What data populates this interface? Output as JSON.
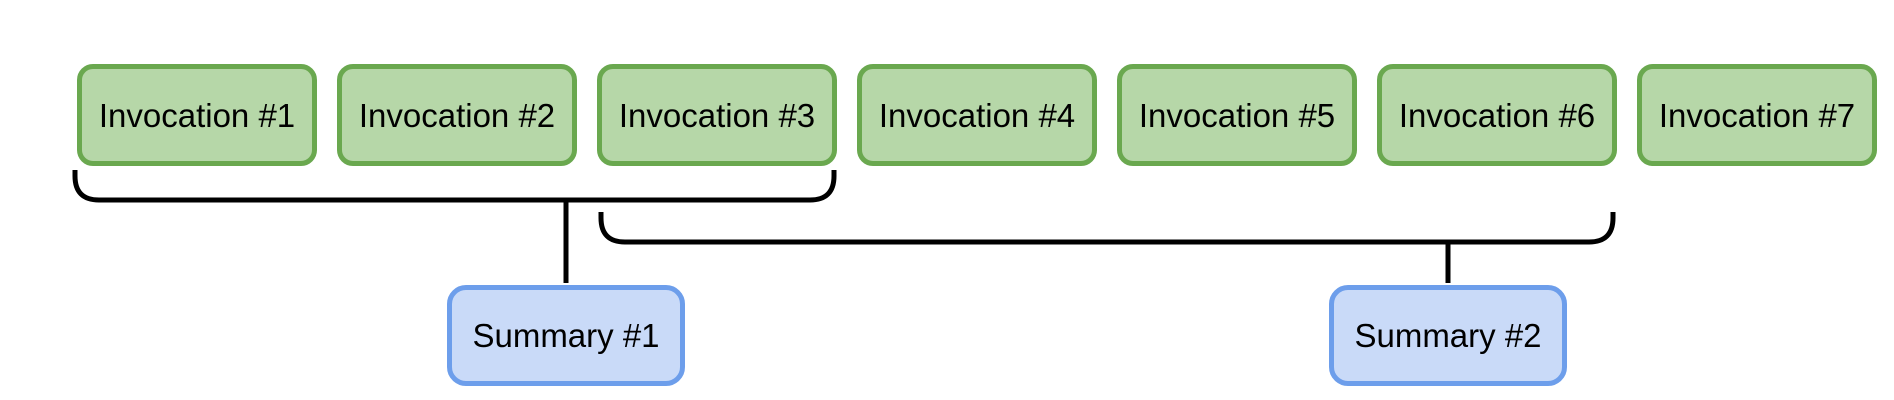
{
  "diagram": {
    "invocations": [
      {
        "label": "Invocation #1"
      },
      {
        "label": "Invocation #2"
      },
      {
        "label": "Invocation #3"
      },
      {
        "label": "Invocation #4"
      },
      {
        "label": "Invocation #5"
      },
      {
        "label": "Invocation #6"
      },
      {
        "label": "Invocation #7"
      }
    ],
    "summaries": [
      {
        "label": "Summary #1"
      },
      {
        "label": "Summary #2"
      }
    ],
    "groups": [
      {
        "summary": "Summary #1",
        "covers": [
          "Invocation #1",
          "Invocation #2",
          "Invocation #3"
        ]
      },
      {
        "summary": "Summary #2",
        "covers": [
          "Invocation #3",
          "Invocation #4",
          "Invocation #5",
          "Invocation #6"
        ]
      }
    ]
  },
  "colors": {
    "invocation_fill": "#b6d7a8",
    "invocation_border": "#6aa84f",
    "summary_fill": "#c9daf8",
    "summary_border": "#6d9eeb",
    "line": "#000000",
    "text": "#000000"
  }
}
